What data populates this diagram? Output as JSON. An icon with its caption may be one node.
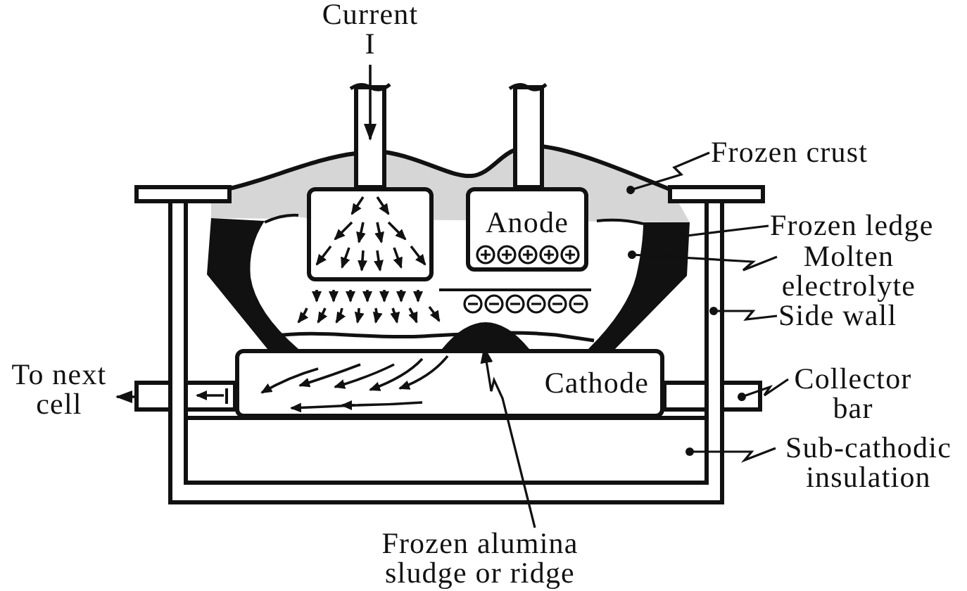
{
  "diagram": {
    "nodes": [
      {
        "text": [
          "Frozen crust"
        ]
      },
      {
        "text": [],
        "shape": "box"
      },
      {
        "text": [
          "Anode"
        ]
      },
      {
        "text": [
          "Frozen ledge"
        ]
      },
      {
        "text": [
          "Molten electrolyte"
        ]
      },
      {
        "text": [
          "Side wall"
        ]
      },
      {
        "text": [],
        "shape": "mound"
      },
      {
        "text": [
          "Cathode"
        ]
      },
      {
        "text": [
          "Collector bar"
        ]
      },
      {
        "text": [
          "Sub-cathodic insulation"
        ]
      },
      {
        "text": [
          "Frozen alumina sludge or ridge"
        ]
      }
    ],
    "edges": [
      {
        "from": 0,
        "to": null,
        "arrow": "other"
      },
      {
        "from": 3,
        "to": null,
        "arrow": "other"
      },
      {
        "from": 4,
        "to": null,
        "arrow": "other"
      },
      {
        "from": 5,
        "to": null,
        "arrow": "other"
      },
      {
        "from": 8,
        "to": null,
        "arrow": "other"
      },
      {
        "from": 9,
        "to": null,
        "arrow": "other"
      },
      {
        "from": 10,
        "to": 6,
        "arrow": "to"
      }
    ],
    "labels": [
      "Current I",
      "To next cell"
    ]
  }
}
